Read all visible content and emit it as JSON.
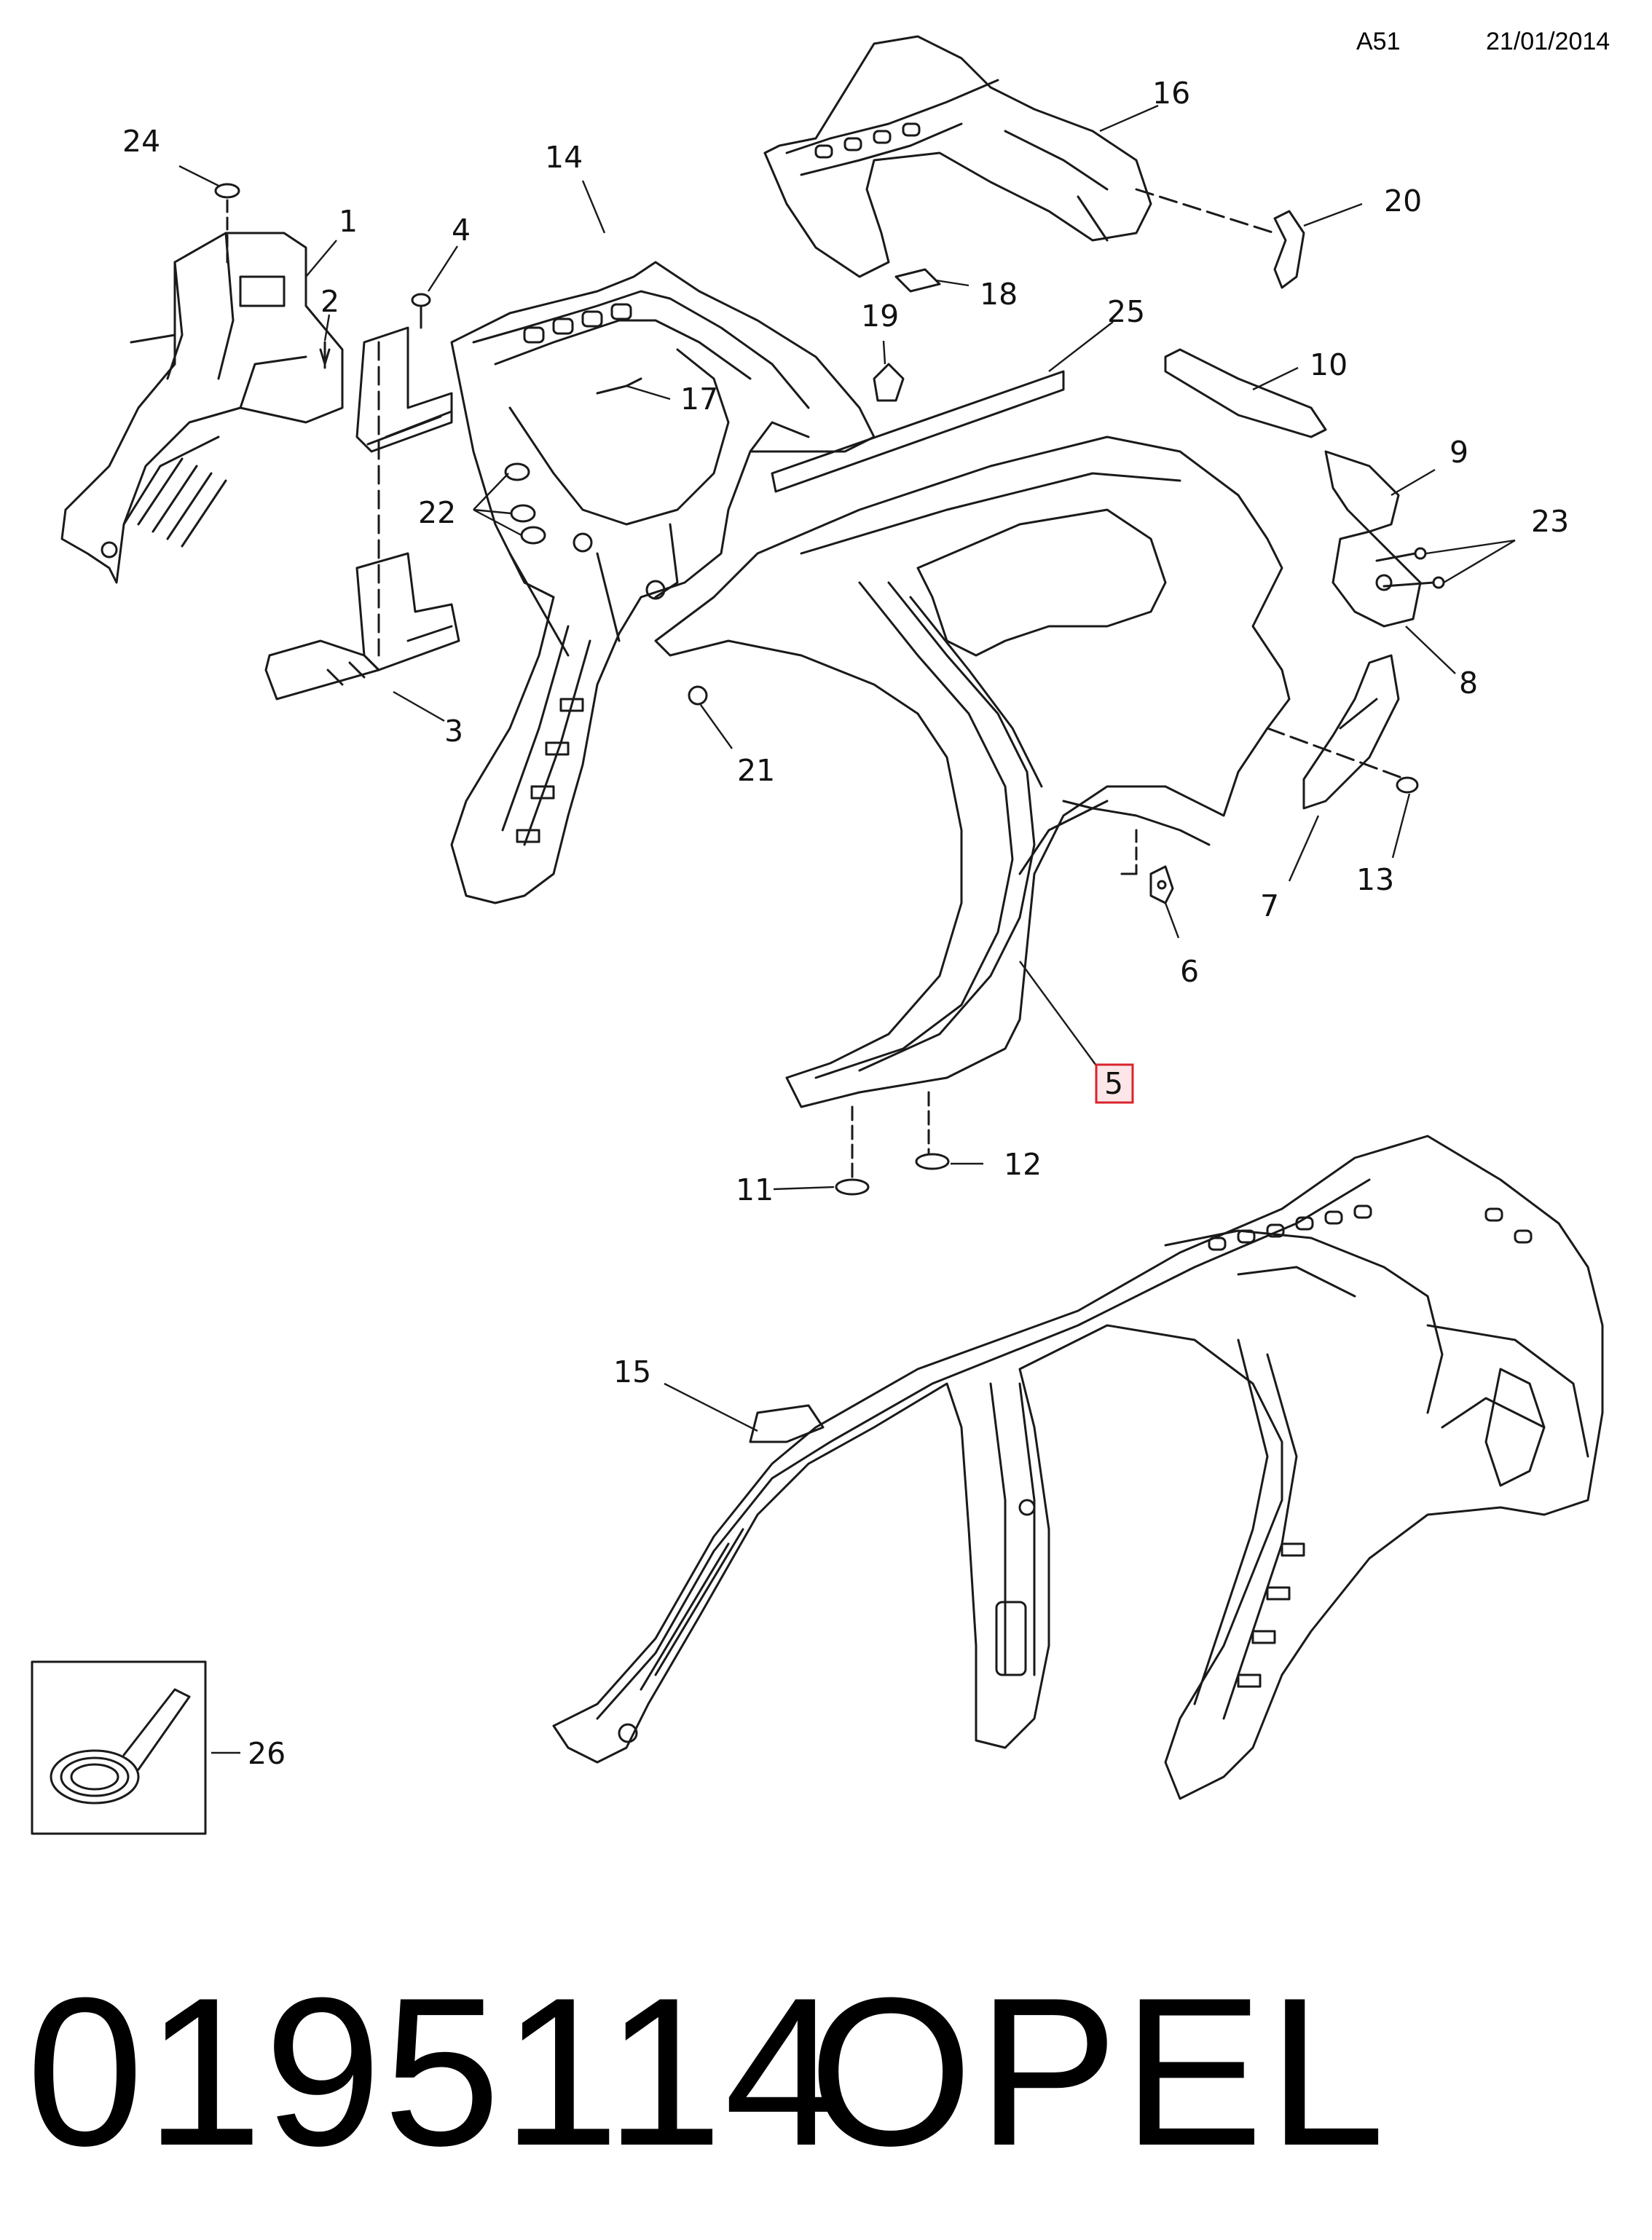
{
  "header": {
    "diagram_code": "A51",
    "date": "21/01/2014"
  },
  "callouts": [
    "1",
    "2",
    "3",
    "4",
    "5",
    "6",
    "7",
    "8",
    "9",
    "10",
    "11",
    "12",
    "13",
    "14",
    "15",
    "16",
    "17",
    "18",
    "19",
    "20",
    "21",
    "22",
    "23",
    "24",
    "25",
    "26"
  ],
  "highlighted_callout": "5",
  "colors": {
    "line": "#1a1a1a",
    "highlight": "#d9232e",
    "highlight_fill": "#fde6e8"
  },
  "footer": {
    "part_number": "0195114",
    "brand": "OPEL"
  }
}
